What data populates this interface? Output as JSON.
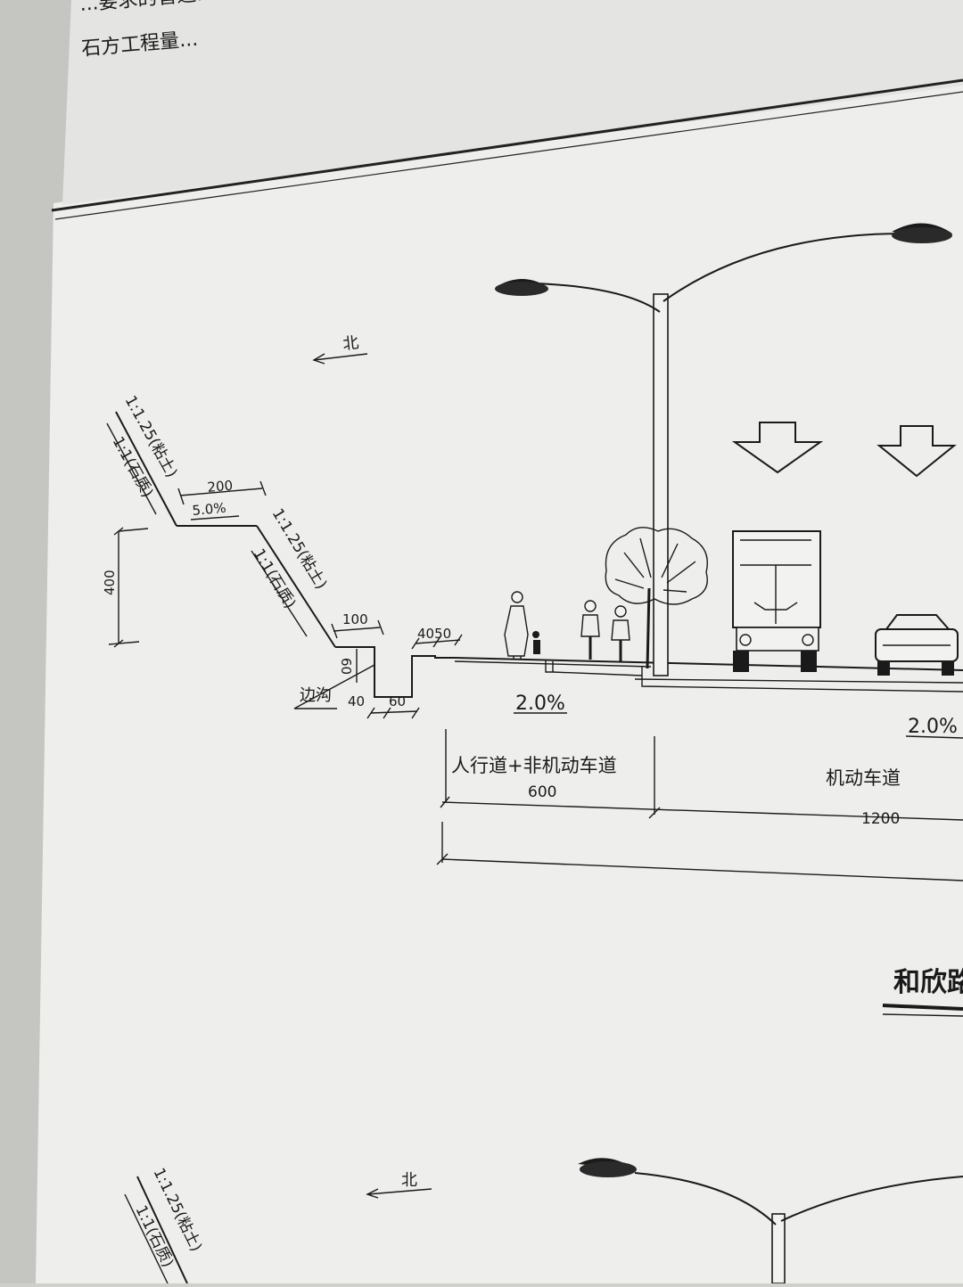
{
  "header_text": {
    "line1": "...要求的管道...",
    "line2": "石方工程量..."
  },
  "north": {
    "label": "北"
  },
  "slopes": {
    "upper_soil": "1:1.25(粘土)",
    "upper_rock": "1:1(石质)",
    "lower_soil": "1:1.25(粘土)",
    "lower_rock": "1:1(石质)"
  },
  "dimensions": {
    "berm_width": "200",
    "berm_slope": "5.0%",
    "height": "400",
    "ditch_top": "100",
    "ditch_depth": "60",
    "ditch_bottom_a": "40",
    "ditch_bottom_b": "60",
    "curb": "4050",
    "sidewalk_slope": "2.0%",
    "lane_slope": "2.0%"
  },
  "labels": {
    "ditch": "边沟",
    "sidewalk_zone": "人行道+非机动车道",
    "sidewalk_width": "600",
    "motor_zone": "机动车道",
    "motor_width": "1200",
    "road_name": "和欣路"
  },
  "lower_section": {
    "north_label": "北",
    "slope_soil": "1:1.25(粘土)",
    "slope_rock": "1:1(石质)"
  }
}
